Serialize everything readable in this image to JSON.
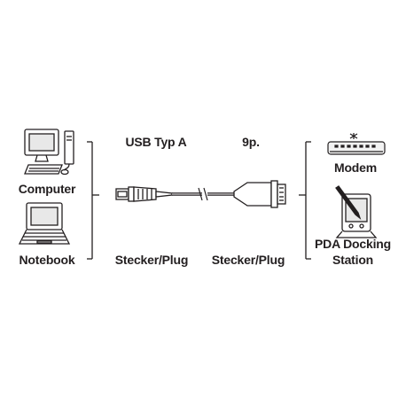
{
  "diagram": {
    "left_devices": {
      "computer": "Computer",
      "notebook": "Notebook"
    },
    "cable": {
      "end_a_top": "USB Typ A",
      "end_b_top": "9p.",
      "end_a_bottom": "Stecker/Plug",
      "end_b_bottom": "Stecker/Plug"
    },
    "right_devices": {
      "modem": "Modem",
      "pda_line1": "PDA Docking",
      "pda_line2": "Station"
    }
  },
  "icons": [
    "desktop-computer-icon",
    "notebook-icon",
    "usb-plug-icon",
    "db9-plug-icon",
    "modem-icon",
    "pda-icon"
  ]
}
